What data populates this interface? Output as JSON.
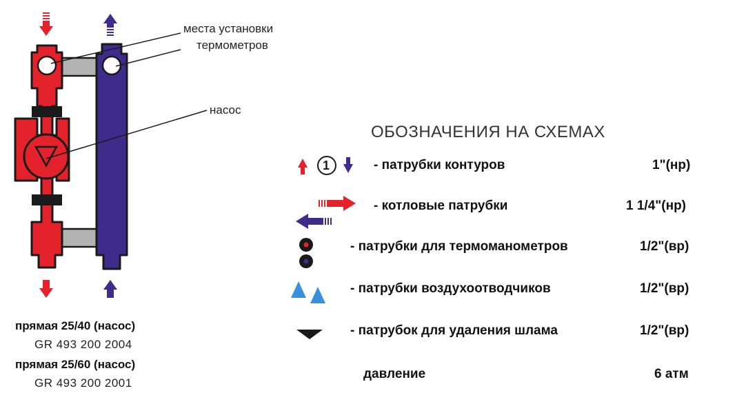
{
  "diagram": {
    "label_thermometers_line1": "места установки",
    "label_thermometers_line2": "термометров",
    "label_pump": "насос",
    "colors": {
      "supply": "#e3222b",
      "return": "#3f2b8c",
      "bridge": "#b3b3b3",
      "air_vent": "#3a8fde",
      "sludge": "#1a1a1a"
    }
  },
  "models": [
    {
      "name": "прямая 25/40  (насос)",
      "code": "GR 493 200 2004"
    },
    {
      "name": "прямая 25/60  (насос)",
      "code": "GR 493 200 2001"
    }
  ],
  "legend": {
    "title": "ОБОЗНАЧЕНИЯ НА СХЕМАХ",
    "circuit_number": "1",
    "rows": [
      {
        "icon": "circuit-arrows-icon",
        "text": "-  патрубки контуров",
        "value": "1\"(нр)"
      },
      {
        "icon": "boiler-arrows-icon",
        "text": "-  котловые патрубки",
        "value": "1 1/4\"(нр)"
      },
      {
        "icon": "thermomanometer-dots-icon",
        "text": "-  патрубки для термоманометров",
        "value": "1/2\"(вр)"
      },
      {
        "icon": "air-vent-icon",
        "text": "-  патрубки воздухоотводчиков",
        "value": "1/2\"(вр)"
      },
      {
        "icon": "sludge-icon",
        "text": "-  патрубок для удаления шлама",
        "value": "1/2\"(вр)"
      },
      {
        "icon": "",
        "text": "давление",
        "value": "6 атм"
      }
    ]
  }
}
